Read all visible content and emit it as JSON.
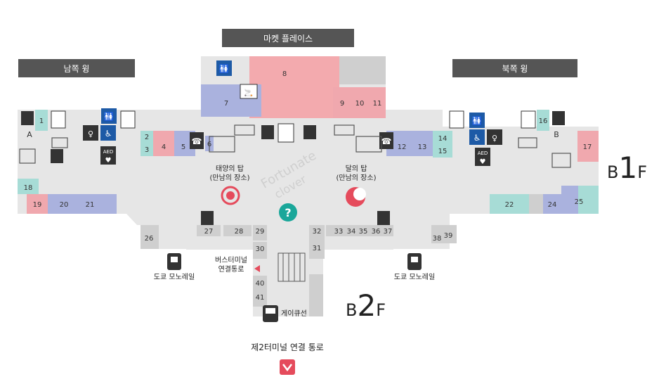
{
  "banners": {
    "market_place": "마켓 플레이스",
    "south_wing": "남쪽 윙",
    "north_wing": "북쪽 윙"
  },
  "floors": {
    "b1_prefix": "B",
    "b1_big": "1",
    "b1_suffix": "F",
    "b2_prefix": "B",
    "b2_big": "2",
    "b2_suffix": "F"
  },
  "towers": {
    "sun_line1": "태양의 탑",
    "sun_line2": "(만남의 장소)",
    "moon_line1": "달의 탑",
    "moon_line2": "(만남의 장소)"
  },
  "watermark": {
    "line1": "Fortunate",
    "line2": "clover"
  },
  "transit": {
    "bus_line1": "버스터미널",
    "bus_line2": "연결통로",
    "monorail_left": "도쿄 모노레일",
    "monorail_right": "도쿄 모노레일",
    "keikyu": "게이큐선",
    "terminal2": "제2터미널 연결 통로"
  },
  "corner_labels": {
    "a": "A",
    "b": "B"
  },
  "shops": [
    "1",
    "2",
    "3",
    "4",
    "5",
    "6",
    "7",
    "8",
    "9",
    "10",
    "11",
    "12",
    "13",
    "14",
    "15",
    "16",
    "17",
    "18",
    "19",
    "20",
    "21",
    "22",
    "24",
    "25",
    "26",
    "27",
    "28",
    "29",
    "30",
    "31",
    "32",
    "33",
    "34",
    "35",
    "36",
    "37",
    "38",
    "39",
    "40",
    "41"
  ],
  "icons": [
    "toilet-icon",
    "wheelchair-toilet-icon",
    "nursing-room-icon",
    "aed-icon",
    "elevator-icon",
    "escalator-icon",
    "locker-icon",
    "smoking-room-icon",
    "phone-icon",
    "information-icon",
    "monorail-icon",
    "train-icon",
    "down-arrow-icon"
  ],
  "colors": {
    "blue": "#aab2de",
    "teal": "#a7dcd6",
    "pink": "#f0a8ae",
    "red_market": "#f3aaae",
    "gray_floor": "#e6e6e6",
    "corridor": "#d6d6d6",
    "banner": "#555555",
    "accent": "#e54b5c",
    "info": "#1aa79a"
  }
}
